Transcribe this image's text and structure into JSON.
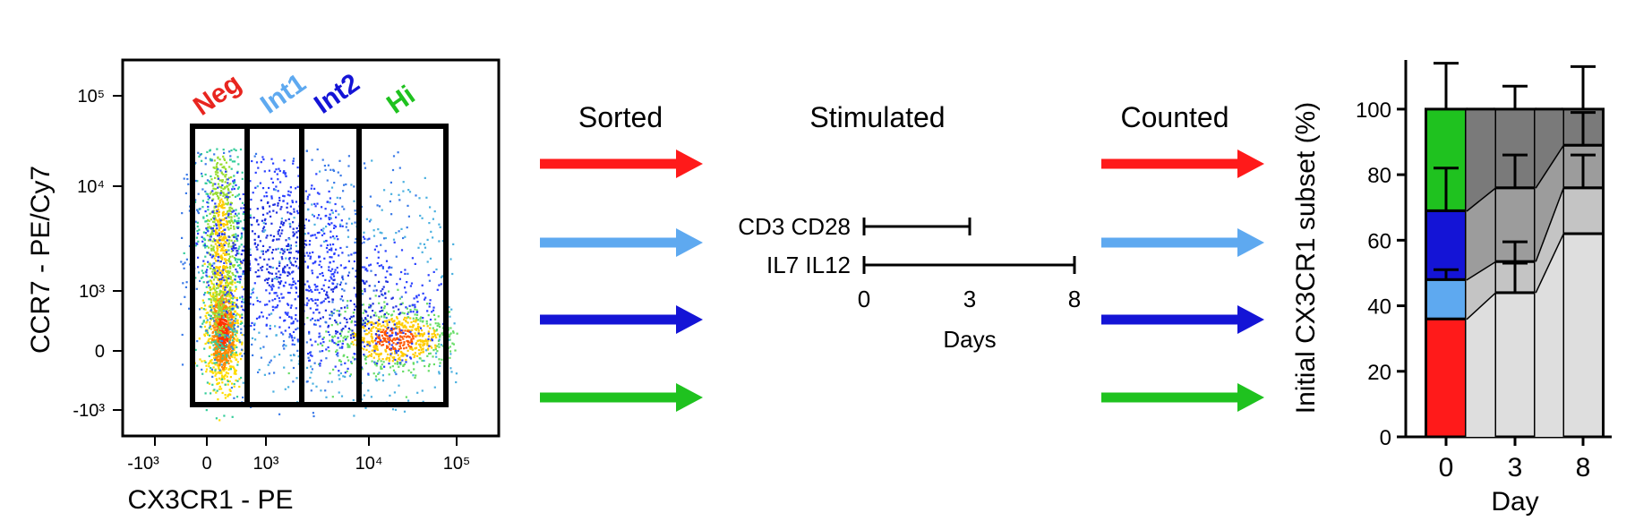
{
  "flow_plot": {
    "y_label": "CCR7 - PE/Cy7",
    "x_label": "CX3CR1 - PE",
    "y_ticks": [
      "10⁵",
      "10⁴",
      "10³",
      "0",
      "-10³"
    ],
    "x_ticks": [
      "-10³",
      "0",
      "10³",
      "10⁴",
      "10⁵"
    ],
    "gates": [
      {
        "label": "Neg",
        "color": "#e8251f"
      },
      {
        "label": "Int1",
        "color": "#5ea9f0"
      },
      {
        "label": "Int2",
        "color": "#1414d6"
      },
      {
        "label": "Hi",
        "color": "#1fc21f"
      }
    ]
  },
  "steps": {
    "sorted": "Sorted",
    "stimulated": "Stimulated",
    "counted": "Counted"
  },
  "arrow_colors": [
    "#ff1a1a",
    "#5ea9f0",
    "#1414d6",
    "#1fc21f"
  ],
  "timeline": {
    "cd3": "CD3 CD28",
    "il7": "IL7 IL12",
    "ticks": [
      "0",
      "3",
      "8"
    ],
    "xlabel": "Days"
  },
  "chart_data": {
    "type": "bar",
    "stacked": true,
    "categories": [
      "0",
      "3",
      "8"
    ],
    "xlabel": "Day",
    "ylabel": "Initial CX3CR1 subset (%)",
    "yticks": [
      "0",
      "20",
      "40",
      "60",
      "80",
      "100"
    ],
    "ylim": [
      0,
      115
    ],
    "series": [
      {
        "name": "Neg",
        "color": "#ff1a1a",
        "values": [
          36,
          44,
          62
        ],
        "errors": [
          0,
          9,
          0
        ]
      },
      {
        "name": "Int1",
        "color": "#5ea9f0",
        "values": [
          12,
          9.5,
          14
        ],
        "errors": [
          3,
          6,
          10
        ]
      },
      {
        "name": "Int2",
        "color": "#1414d6",
        "values": [
          21,
          22.5,
          13
        ],
        "errors": [
          13,
          10,
          10
        ]
      },
      {
        "name": "Hi",
        "color": "#1fc21f",
        "values": [
          31,
          24,
          11
        ],
        "errors": [
          14,
          7,
          13
        ]
      }
    ],
    "later_day_fills": [
      "#dedede",
      "#c4c4c4",
      "#9c9c9c",
      "#7a7a7a"
    ]
  }
}
